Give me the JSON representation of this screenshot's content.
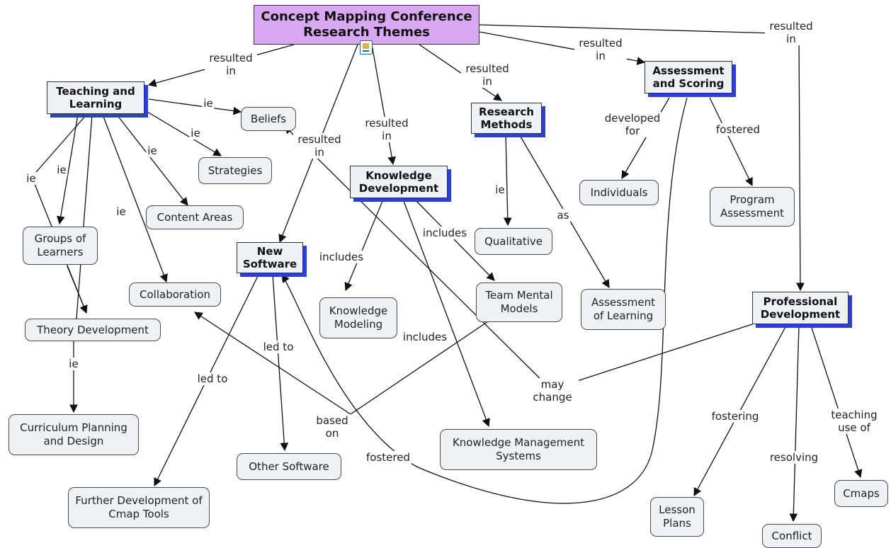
{
  "root": {
    "title": "Concept Mapping Conference Research Themes"
  },
  "themes": {
    "teaching": "Teaching and Learning",
    "assessment": "Assessment and Scoring",
    "research": "Research Methods",
    "knowledge": "Knowledge Development",
    "software": "New Software",
    "professional": "Professional Development"
  },
  "concepts": {
    "beliefs": "Beliefs",
    "strategies": "Strategies",
    "content_areas": "Content Areas",
    "groups_of_learners": "Groups of Learners",
    "collaboration": "Collaboration",
    "theory_development": "Theory Development",
    "curriculum": "Curriculum Planning and Design",
    "further_development": "Further Development of Cmap Tools",
    "other_software": "Other Software",
    "knowledge_modeling": "Knowledge Modeling",
    "team_mental_models": "Team Mental Models",
    "qualitative": "Qualitative",
    "kms": "Knowledge Management Systems",
    "individuals": "Individuals",
    "program_assessment": "Program Assessment",
    "assessment_of_learning": "Assessment of Learning",
    "lesson_plans": "Lesson Plans",
    "conflict": "Conflict",
    "cmaps": "Cmaps"
  },
  "links": {
    "resulted_in_1": "resulted in",
    "resulted_in_2": "resulted in",
    "resulted_in_3": "resulted in",
    "resulted_in_4": "resulted in",
    "resulted_in_5": "resulted in",
    "resulted_in_6": "resulted in",
    "ie_beliefs": "ie",
    "ie_strategies": "ie",
    "ie_content": "ie",
    "ie_groups1": "ie",
    "ie_groups2": "ie",
    "ie_collab": "ie",
    "ie_curriculum": "ie",
    "ie_qualitative": "ie",
    "developed_for": "developed for",
    "fostered_program": "fostered",
    "as": "as",
    "includes_1": "includes",
    "includes_2": "includes",
    "includes_3": "includes",
    "led_to_1": "led to",
    "led_to_2": "led to",
    "based_on": "based on",
    "may_change": "may change",
    "fostered_software": "fostered",
    "fostering": "fostering",
    "resolving": "resolving",
    "teaching_use_of": "teaching use of"
  }
}
